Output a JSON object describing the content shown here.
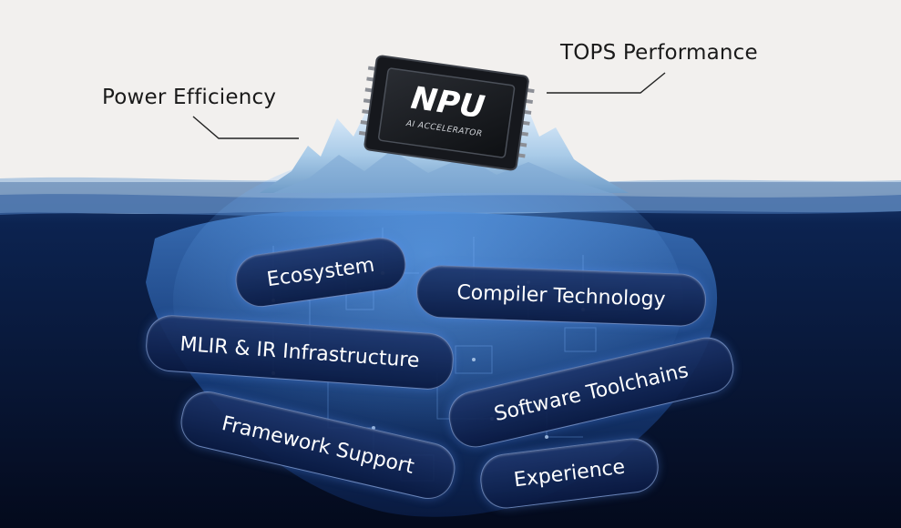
{
  "chip": {
    "title": "NPU",
    "subtitle": "AI ACCELERATOR"
  },
  "callouts": {
    "left": "Power Efficiency",
    "right": "TOPS Performance"
  },
  "pills": [
    {
      "label": "Ecosystem"
    },
    {
      "label": "Compiler Technology"
    },
    {
      "label": "MLIR & IR Infrastructure"
    },
    {
      "label": "Software Toolchains"
    },
    {
      "label": "Framework Support"
    },
    {
      "label": "Experience"
    }
  ],
  "colors": {
    "sky": "#f2f0ee",
    "deep_water": "#050d22",
    "ice": "#bcd8ee",
    "chip": "#16181d"
  }
}
